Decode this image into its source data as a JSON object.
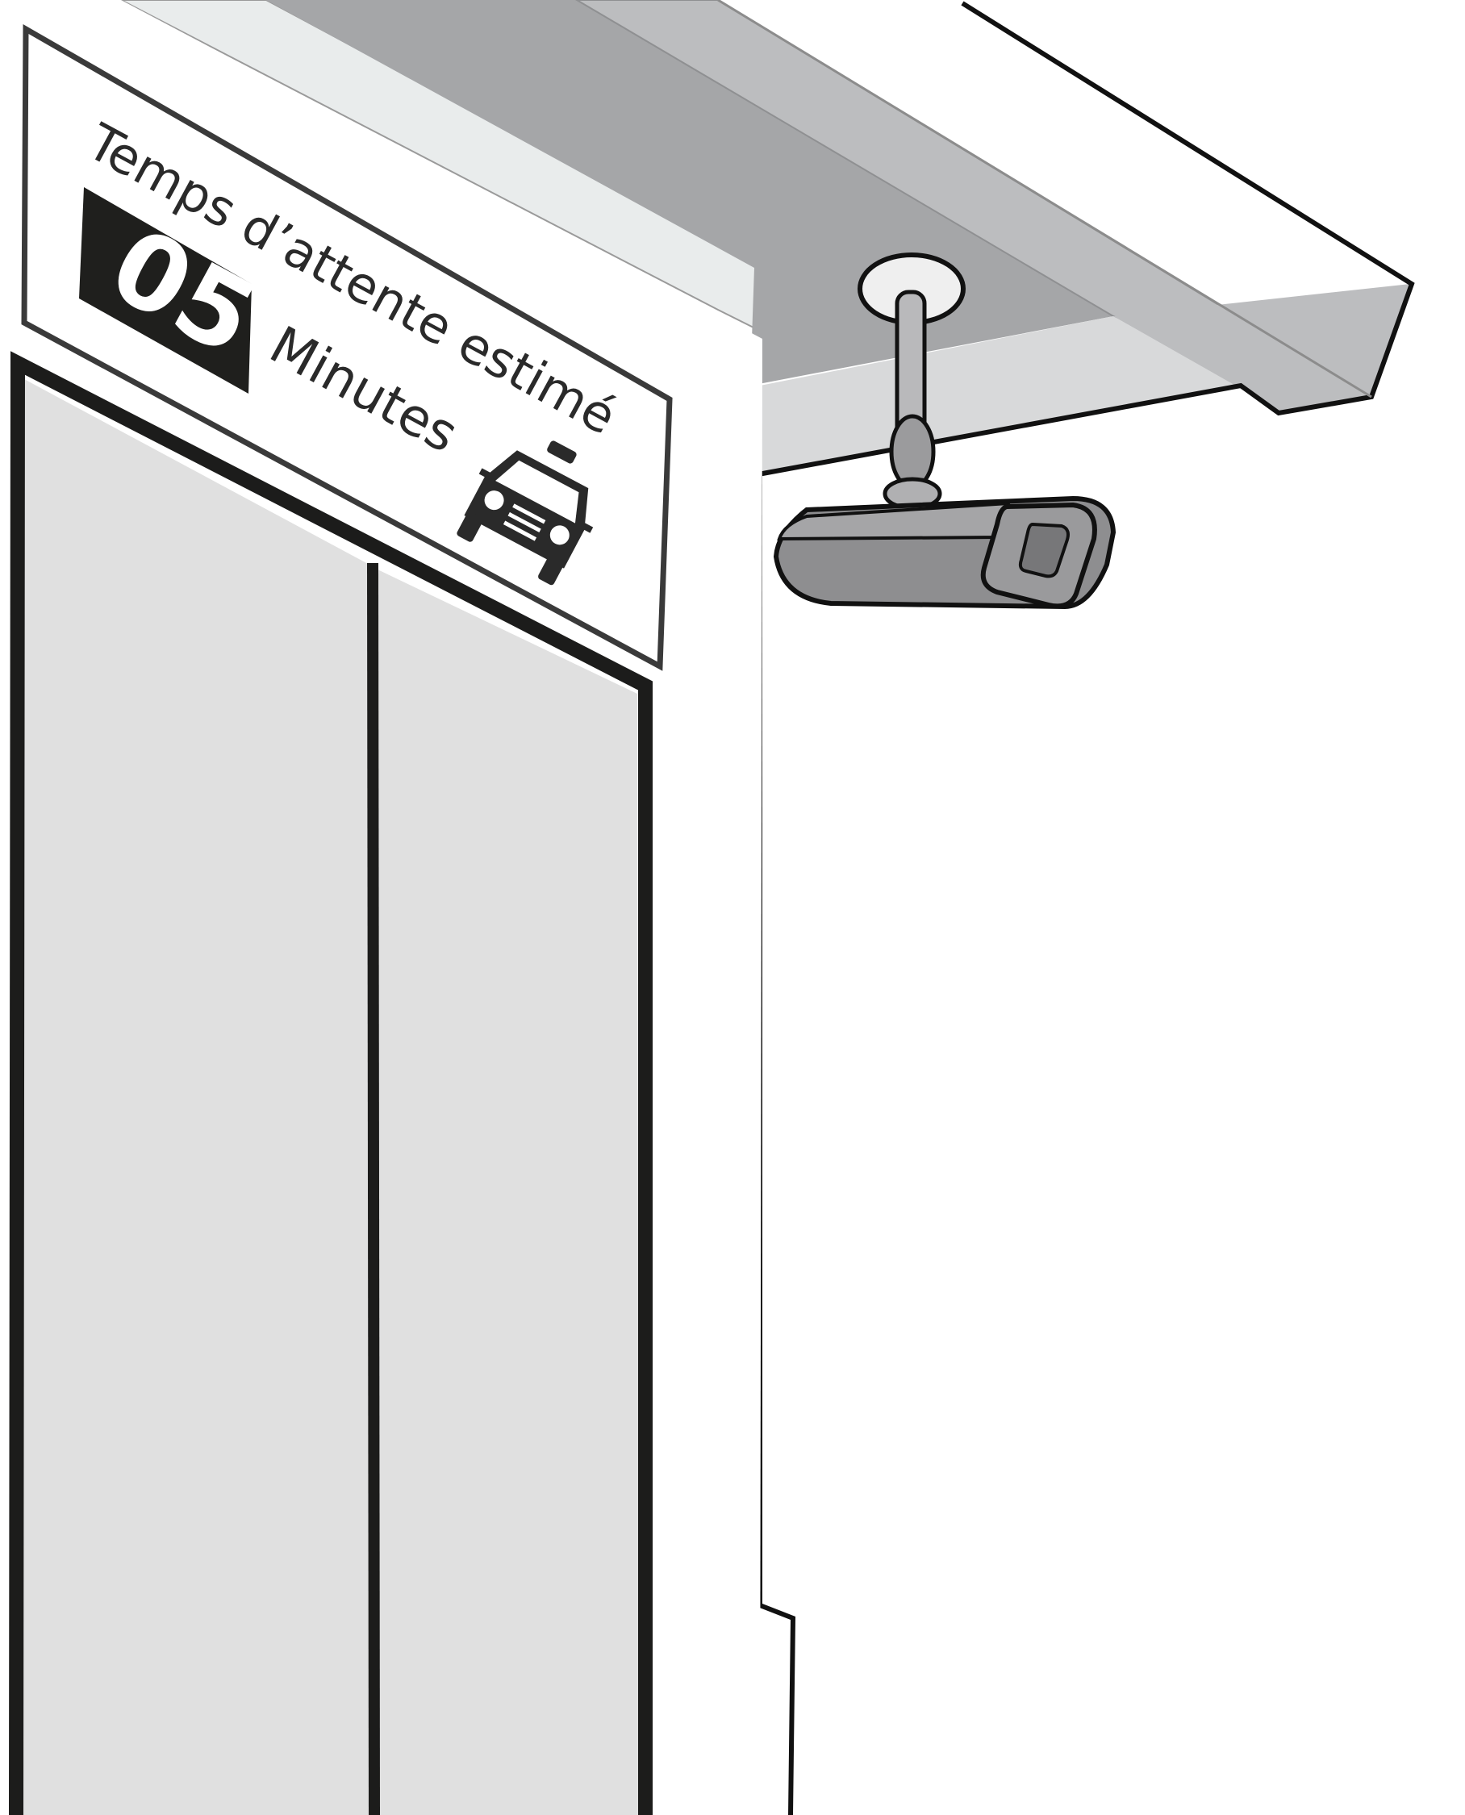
{
  "sign": {
    "title": "Temps d’attente estimé",
    "wait_value": "05",
    "unit": "Minutes",
    "icon": "taxi-icon"
  },
  "camera": {
    "icon": "security-camera-icon"
  },
  "colors": {
    "outline": "#111111",
    "panel_fill": "#e0e0e0",
    "roof_dark": "#a5a6a8",
    "roof_light": "#bcbdbf",
    "roof_edge": "#e9ecec",
    "soffit": "#d8d9da",
    "camera_body": "#8e8e90",
    "digits_bg": "#1f1f1d"
  }
}
